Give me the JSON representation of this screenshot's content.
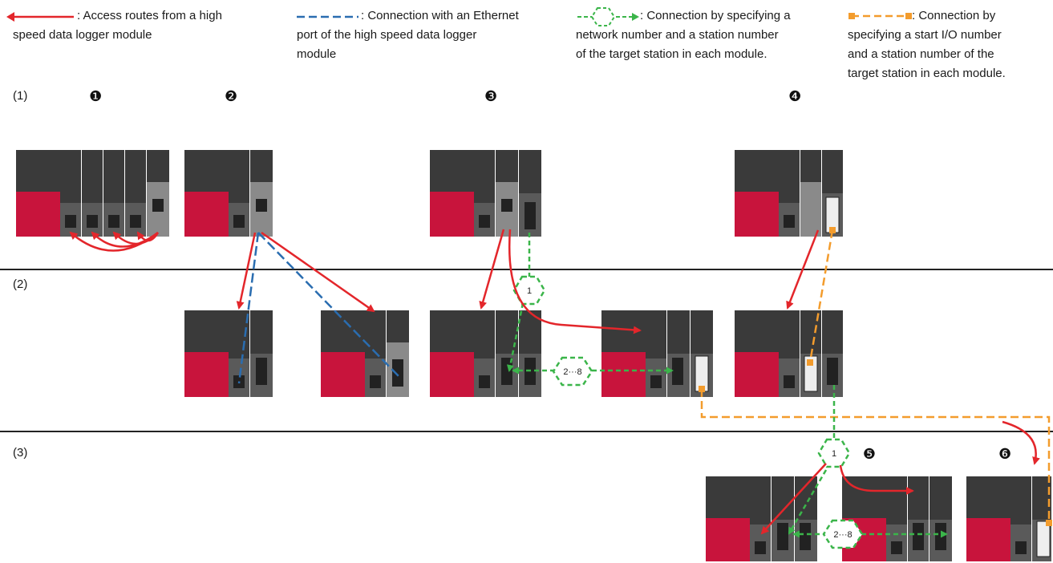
{
  "legend": [
    {
      "key": "red",
      "color": "#e3262b",
      "lines": [
        ": Access routes from a high",
        "speed data logger module"
      ]
    },
    {
      "key": "blue",
      "color": "#2a6db0",
      "lines": [
        ": Connection with an Ethernet",
        "port of the high speed data logger",
        "module"
      ]
    },
    {
      "key": "green",
      "color": "#3bb54a",
      "lines": [
        ": Connection by specifying a",
        "network number and a station number",
        "of the target station in each module."
      ]
    },
    {
      "key": "orange",
      "color": "#f39c2d",
      "lines": [
        ": Connection by",
        "specifying a start I/O number",
        "and a station number of the",
        "target station in each module."
      ]
    }
  ],
  "rows": [
    "(1)",
    "(2)",
    "(3)"
  ],
  "callouts": [
    "❶",
    "❷",
    "❸",
    "❹",
    "❺",
    "❻"
  ],
  "network_labels": [
    "1",
    "2···8",
    "1",
    "2···8"
  ],
  "colors": {
    "red": "#e3262b",
    "blue": "#2a6db0",
    "green": "#3bb54a",
    "orange": "#f39c2d",
    "plc_red": "#c8143c",
    "plc_dark": "#3a3a3a"
  }
}
